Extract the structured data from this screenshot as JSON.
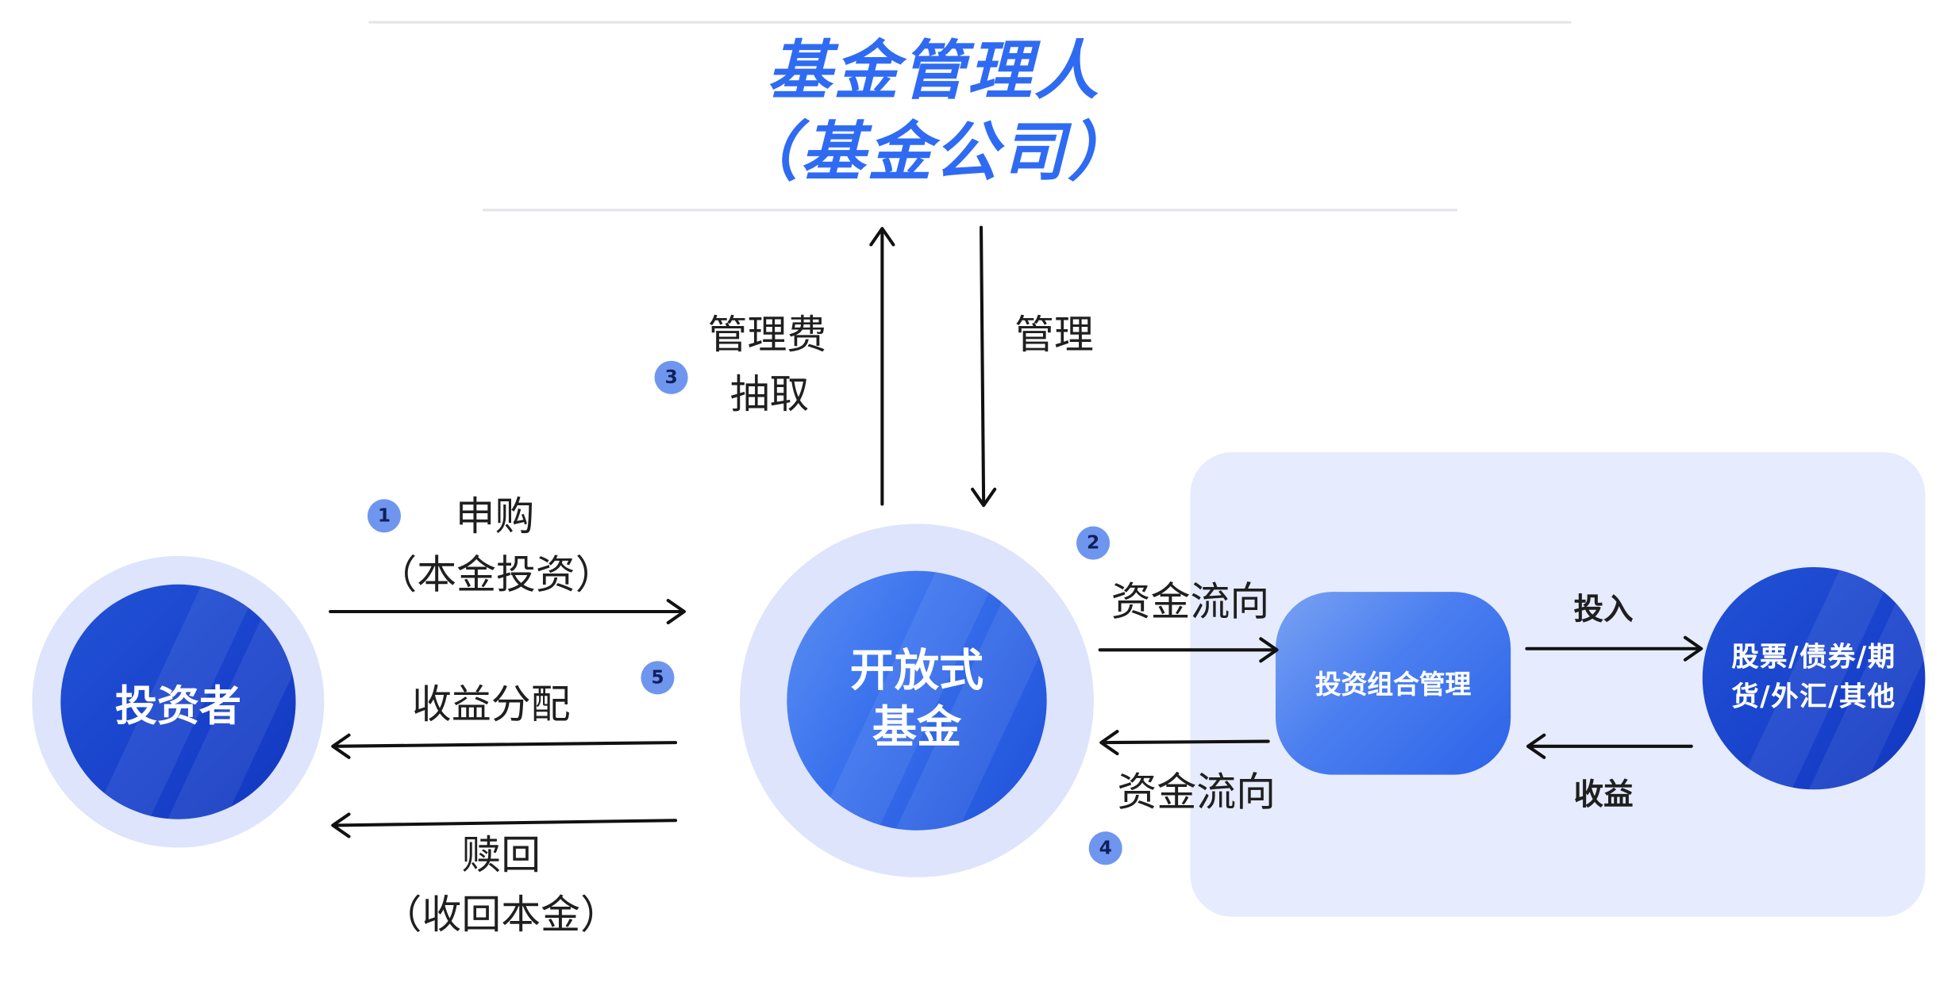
{
  "title": {
    "line1": "基金管理人",
    "line2": "（基金公司）"
  },
  "nodes": {
    "investor": "投资者",
    "fund_line1": "开放式",
    "fund_line2": "基金",
    "portfolio": "投资组合管理",
    "assets_line1": "股票/债券/期",
    "assets_line2": "货/外汇/其他"
  },
  "labels": {
    "subscribe_line1": "申购",
    "subscribe_line2": "（本金投资）",
    "distribution": "收益分配",
    "redeem_line1": "赎回",
    "redeem_line2": "（收回本金）",
    "fee_line1": "管理费",
    "fee_line2": "抽取",
    "manage": "管理",
    "flow_out": "资金流向",
    "flow_in": "资金流向",
    "invest": "投入",
    "returns": "收益"
  },
  "badges": {
    "b1": "1",
    "b2": "2",
    "b3": "3",
    "b4": "4",
    "b5": "5"
  },
  "colors": {
    "title_blue": "#2f6bf2",
    "core_blue": "#1d4fd8",
    "halo": "#dde4fb",
    "panel": "#e6ebfd",
    "badge": "#6f96ee",
    "arrow": "#111111"
  }
}
